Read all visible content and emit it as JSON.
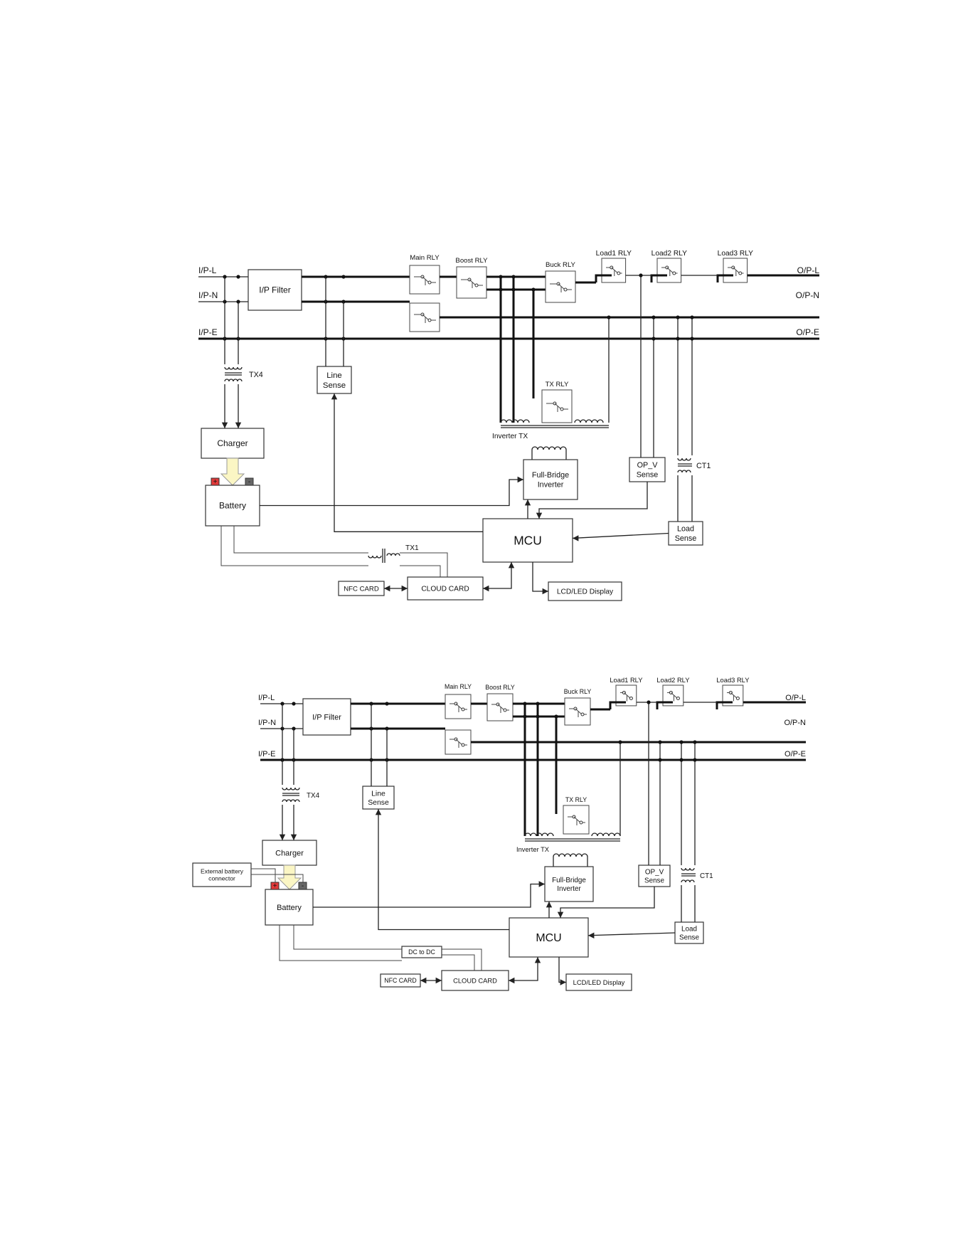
{
  "diagrams": [
    {
      "lines": {
        "ipl": "I/P-L",
        "ipn": "I/P-N",
        "ipe": "I/P-E",
        "opl": "O/P-L",
        "opn": "O/P-N",
        "ope": "O/P-E"
      },
      "blocks": {
        "ip_filter": "I/P Filter",
        "line_sense": [
          "Line",
          "Sense"
        ],
        "charger": "Charger",
        "battery": "Battery",
        "full_bridge": [
          "Full-Bridge",
          "Inverter"
        ],
        "op_v_sense": [
          "OP_V",
          "Sense"
        ],
        "load_sense": [
          "Load",
          "Sense"
        ],
        "mcu": "MCU",
        "nfc_card": "NFC CARD",
        "cloud_card": "CLOUD CARD",
        "lcd": "LCD/LED Display",
        "isolation": "TX1"
      },
      "relays": {
        "main": "Main RLY",
        "boost": "Boost RLY",
        "buck": "Buck RLY",
        "tx": "TX RLY",
        "load1": "Load1 RLY",
        "load2": "Load2 RLY",
        "load3": "Load3 RLY"
      },
      "transformers": {
        "tx4": "TX4",
        "ct1": "CT1",
        "inverter_tx": "Inverter TX"
      },
      "battery_terminals": {
        "plus": "+",
        "minus": "-"
      }
    },
    {
      "lines": {
        "ipl": "I/P-L",
        "ipn": "I/P-N",
        "ipe": "I/P-E",
        "opl": "O/P-L",
        "opn": "O/P-N",
        "ope": "O/P-E"
      },
      "blocks": {
        "ip_filter": "I/P Filter",
        "line_sense": [
          "Line",
          "Sense"
        ],
        "charger": "Charger",
        "battery": "Battery",
        "full_bridge": [
          "Full-Bridge",
          "Inverter"
        ],
        "op_v_sense": [
          "OP_V",
          "Sense"
        ],
        "load_sense": [
          "Load",
          "Sense"
        ],
        "mcu": "MCU",
        "nfc_card": "NFC CARD",
        "cloud_card": "CLOUD CARD",
        "lcd": "LCD/LED Display",
        "isolation": "DC to DC",
        "ext_battery": [
          "External battery",
          "connector"
        ]
      },
      "relays": {
        "main": "Main RLY",
        "boost": "Boost RLY",
        "buck": "Buck RLY",
        "tx": "TX RLY",
        "load1": "Load1 RLY",
        "load2": "Load2 RLY",
        "load3": "Load3 RLY"
      },
      "transformers": {
        "tx4": "TX4",
        "ct1": "CT1",
        "inverter_tx": "Inverter TX"
      },
      "battery_terminals": {
        "plus": "+",
        "minus": "-"
      }
    }
  ],
  "colors": {
    "ip_filter": "#d4d4d4",
    "battery": "#1e5c28",
    "full_bridge": "#4472c4",
    "mcu": "#f4a64a",
    "card": "#d6d0ea",
    "charge_arrow": "#fbf6c4",
    "plus": "#e03a3a",
    "minus": "#666666"
  }
}
